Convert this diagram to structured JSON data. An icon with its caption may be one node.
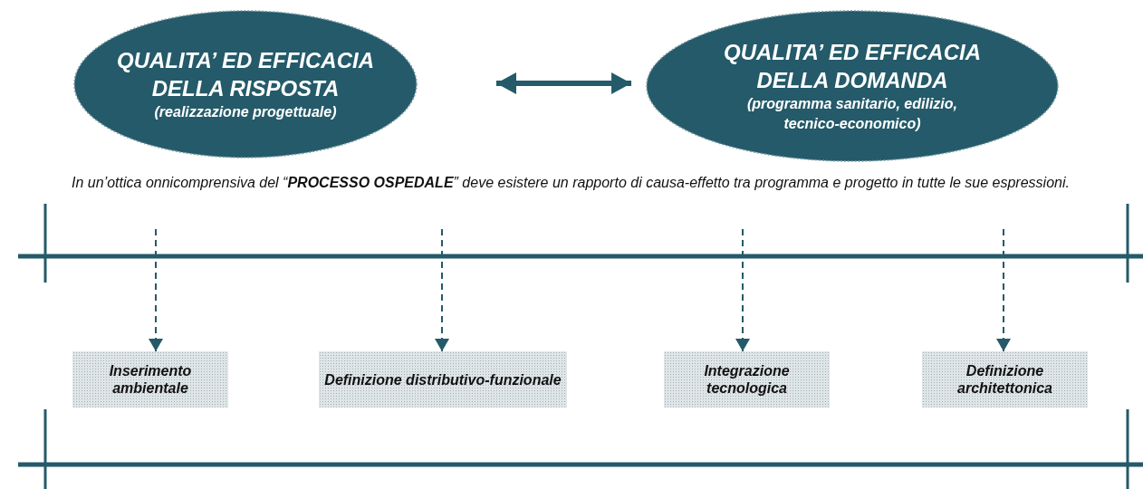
{
  "diagram": {
    "nodes": [
      {
        "text": [
          "QUALITA’ ED EFFICACIA DELLA RISPOSTA",
          "(realizzazione progettuale)"
        ]
      },
      {
        "text": [
          "QUALITA’ ED EFFICACIA DELLA DOMANDA",
          "(programma sanitario, edilizio, tecnico-economico)"
        ]
      },
      {
        "text": [
          "Inserimento ambientale"
        ]
      },
      {
        "text": [
          "Definizione distributivo-funzionale"
        ]
      },
      {
        "text": [
          "Integrazione tecnologica"
        ]
      },
      {
        "text": [
          "Definizione architettonica"
        ]
      }
    ],
    "edges": [
      {
        "from": 0,
        "to": 1,
        "arrow": "both",
        "style": "thick"
      },
      {
        "from": null,
        "to": 2,
        "arrow": "to",
        "style": "dashed"
      },
      {
        "from": null,
        "to": 3,
        "arrow": "to",
        "style": "dashed"
      },
      {
        "from": null,
        "to": 4,
        "arrow": "to",
        "style": "dashed"
      },
      {
        "from": null,
        "to": 5,
        "arrow": "to",
        "style": "dashed"
      }
    ],
    "labels": [
      "In un’ottica onnicomprensiva del  “**PROCESSO OSPEDALE**” deve esistere un rapporto di causa-effetto tra programma e progetto in tutte le sue espressioni."
    ]
  }
}
